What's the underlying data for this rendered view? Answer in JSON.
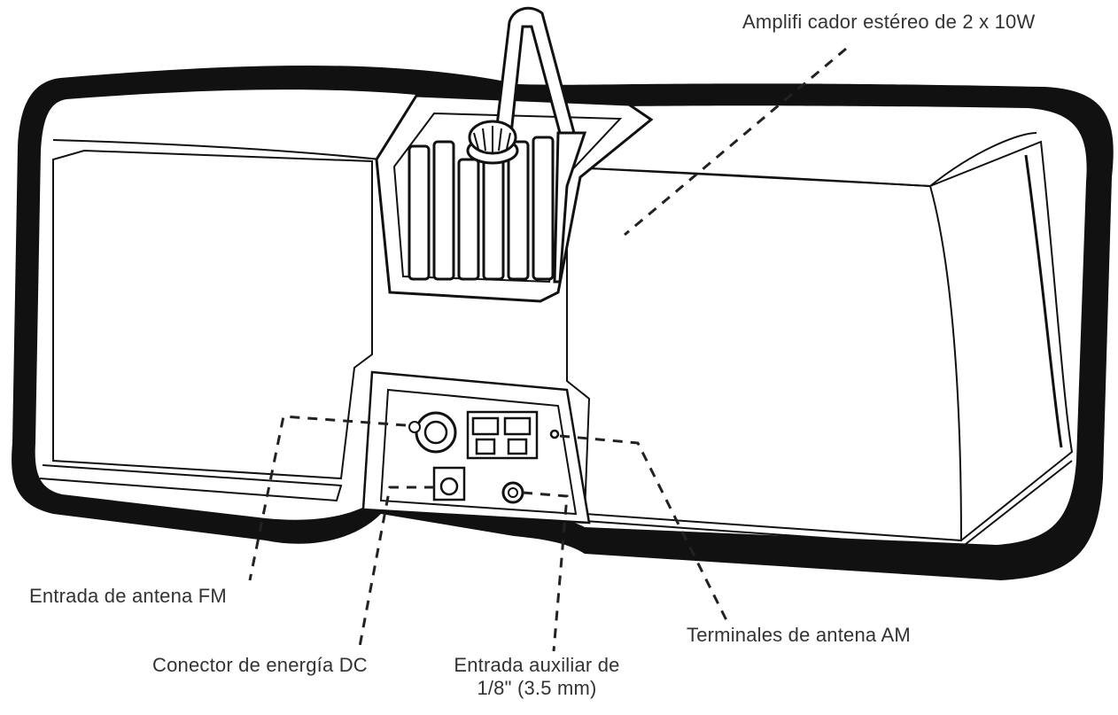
{
  "labels": {
    "amplifier": "Amplifi cador estéreo de 2 x 10W",
    "fm_antenna": "Entrada de antena FM",
    "am_antenna": "Terminales de antena AM",
    "dc_power": "Conector de energía DC",
    "aux_input_line1": "Entrada auxiliar de",
    "aux_input_line2": "1/8\" (3.5 mm)"
  },
  "colors": {
    "outline": "#111111",
    "body": "#ffffff",
    "text": "#333333"
  }
}
